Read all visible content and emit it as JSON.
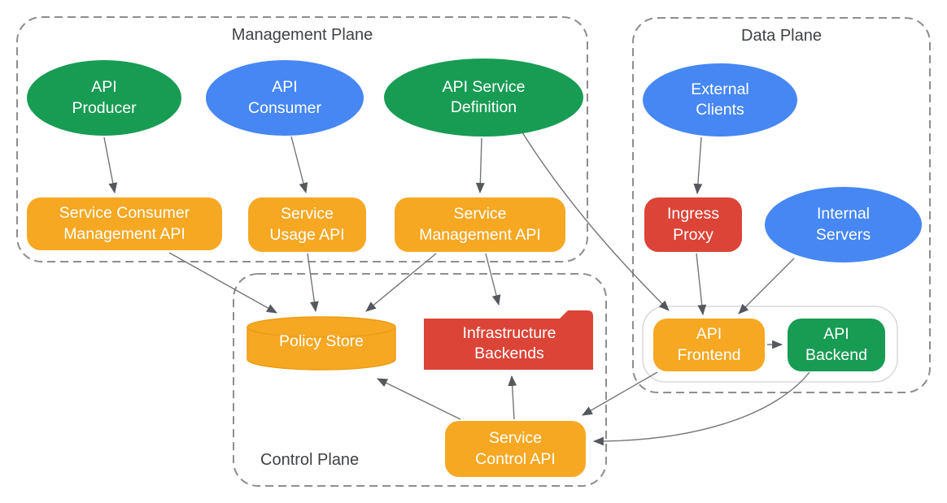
{
  "planes": {
    "management": {
      "title": "Management Plane"
    },
    "data": {
      "title": "Data Plane"
    },
    "control": {
      "title": "Control Plane"
    }
  },
  "nodes": {
    "api_producer": {
      "label": "API\nProducer",
      "shape": "ellipse",
      "color": "#189C54"
    },
    "api_consumer": {
      "label": "API\nConsumer",
      "shape": "ellipse",
      "color": "#4687F4"
    },
    "api_service_definition": {
      "label": "API Service\nDefinition",
      "shape": "ellipse",
      "color": "#189C54"
    },
    "service_consumer_management_api": {
      "label": "Service Consumer\nManagement API",
      "shape": "rounded-rect",
      "color": "#F6A823"
    },
    "service_usage_api": {
      "label": "Service\nUsage API",
      "shape": "rounded-rect",
      "color": "#F6A823"
    },
    "service_management_api": {
      "label": "Service\nManagement API",
      "shape": "rounded-rect",
      "color": "#F6A823"
    },
    "external_clients": {
      "label": "External\nClients",
      "shape": "ellipse",
      "color": "#4687F4"
    },
    "ingress_proxy": {
      "label": "Ingress\nProxy",
      "shape": "rounded-rect",
      "color": "#DB4437"
    },
    "internal_servers": {
      "label": "Internal\nServers",
      "shape": "ellipse",
      "color": "#4687F4"
    },
    "api_frontend": {
      "label": "API\nFrontend",
      "shape": "rounded-rect",
      "color": "#F6A823"
    },
    "api_backend": {
      "label": "API\nBackend",
      "shape": "rounded-rect",
      "color": "#189C54"
    },
    "policy_store": {
      "label": "Policy Store",
      "shape": "cylinder",
      "color": "#F6A823"
    },
    "infrastructure_backends": {
      "label": "Infrastructure\nBackends",
      "shape": "folder",
      "color": "#DB4437"
    },
    "service_control_api": {
      "label": "Service\nControl API",
      "shape": "rounded-rect",
      "color": "#F6A823"
    }
  },
  "edges": [
    {
      "from": "api_producer",
      "to": "service_consumer_management_api"
    },
    {
      "from": "api_consumer",
      "to": "service_usage_api"
    },
    {
      "from": "api_service_definition",
      "to": "service_management_api"
    },
    {
      "from": "api_service_definition",
      "to": "api_frontend"
    },
    {
      "from": "service_consumer_management_api",
      "to": "policy_store"
    },
    {
      "from": "service_usage_api",
      "to": "policy_store"
    },
    {
      "from": "service_management_api",
      "to": "policy_store"
    },
    {
      "from": "service_management_api",
      "to": "infrastructure_backends"
    },
    {
      "from": "external_clients",
      "to": "ingress_proxy"
    },
    {
      "from": "ingress_proxy",
      "to": "api_frontend"
    },
    {
      "from": "internal_servers",
      "to": "api_frontend"
    },
    {
      "from": "api_frontend",
      "to": "api_backend"
    },
    {
      "from": "service_control_api",
      "to": "policy_store"
    },
    {
      "from": "service_control_api",
      "to": "infrastructure_backends"
    },
    {
      "from": "api_frontend",
      "to": "service_control_api"
    },
    {
      "from": "api_backend",
      "to": "service_control_api"
    }
  ],
  "colors": {
    "green": "#189C54",
    "blue": "#4687F4",
    "orange": "#F6A823",
    "red": "#DB4437",
    "plane_border": "#8E8E8E",
    "plane_title_text": "#3f4245",
    "arrow_line": "#757575",
    "arrow_head": "#55595E",
    "frontend_group_border": "#D6D9DC",
    "background": "#FFFFFF"
  }
}
